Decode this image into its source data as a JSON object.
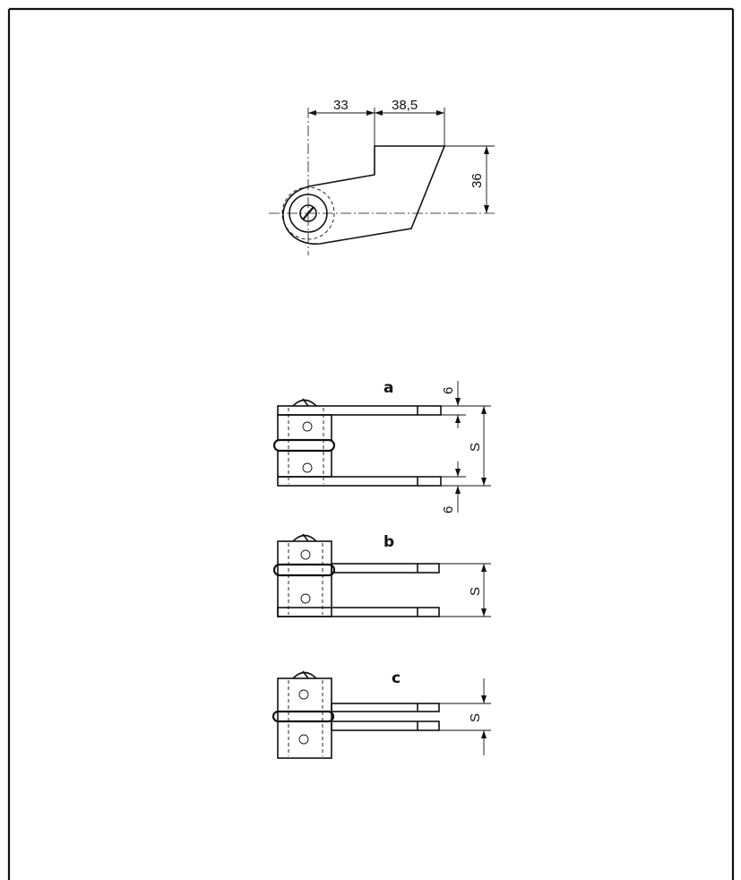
{
  "top_view": {
    "dims": {
      "a": "33",
      "b": "38,5",
      "h": "36"
    }
  },
  "variants": [
    {
      "label": "a",
      "dim_s": "S",
      "dim_t1": "6",
      "dim_t2": "6"
    },
    {
      "label": "b",
      "dim_s": "S"
    },
    {
      "label": "c",
      "dim_s": "S"
    }
  ]
}
